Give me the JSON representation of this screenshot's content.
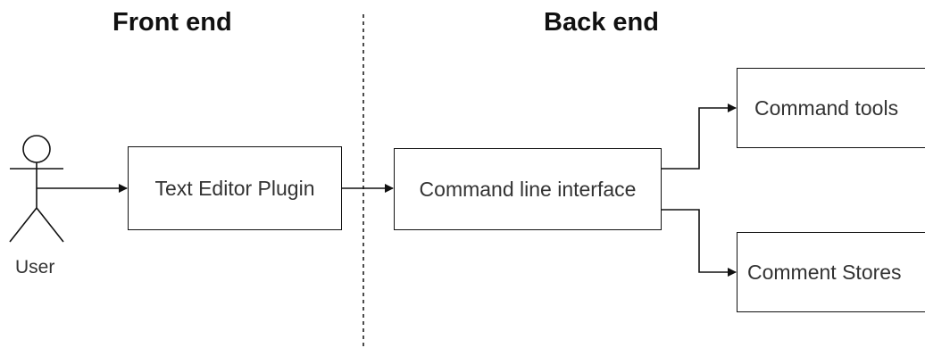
{
  "lanes": {
    "front_title": "Front end",
    "back_title": "Back end"
  },
  "actor": {
    "label": "User"
  },
  "nodes": {
    "editor": "Text Editor Plugin",
    "cli": "Command line interface",
    "tools": "Command tools",
    "stores": "Comment Stores"
  },
  "colors": {
    "stroke": "#111111",
    "text": "#333333",
    "background": "#ffffff"
  }
}
